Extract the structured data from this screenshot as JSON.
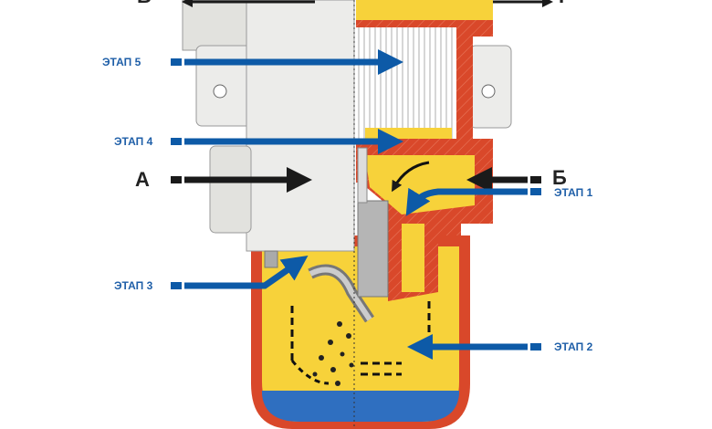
{
  "labels": {
    "top_left": "В",
    "top_right": "Г",
    "inlet_a": "А",
    "inlet_b": "Б",
    "stage1": "ЭТАП 1",
    "stage2": "ЭТАП 2",
    "stage3": "ЭТАП 3",
    "stage4": "ЭТАП 4",
    "stage5": "ЭТАП 5"
  },
  "colors": {
    "stage_arrow": "#0d5aa7",
    "flow_arrow": "#1a1a1a",
    "housing": "#d9482a",
    "fuel": "#f7d23a",
    "water": "#2f6fc0",
    "body": "#ececea"
  }
}
